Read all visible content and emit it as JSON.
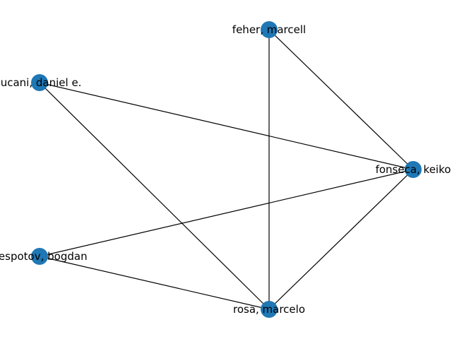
{
  "graph": {
    "node_color": "#1f77b4",
    "edge_color": "#000000",
    "nodes": [
      {
        "id": "feher",
        "label": "feher, marcell"
      },
      {
        "id": "lucani",
        "label": "lucani, daniel e."
      },
      {
        "id": "fonseca",
        "label": "fonseca, keiko"
      },
      {
        "id": "bespotov",
        "label": "bespotov, bogdan"
      },
      {
        "id": "rosa",
        "label": "rosa, marcelo"
      }
    ],
    "edges": [
      {
        "source": "feher",
        "target": "fonseca"
      },
      {
        "source": "feher",
        "target": "rosa"
      },
      {
        "source": "lucani",
        "target": "fonseca"
      },
      {
        "source": "lucani",
        "target": "rosa"
      },
      {
        "source": "fonseca",
        "target": "bespotov"
      },
      {
        "source": "fonseca",
        "target": "rosa"
      },
      {
        "source": "bespotov",
        "target": "rosa"
      }
    ]
  }
}
